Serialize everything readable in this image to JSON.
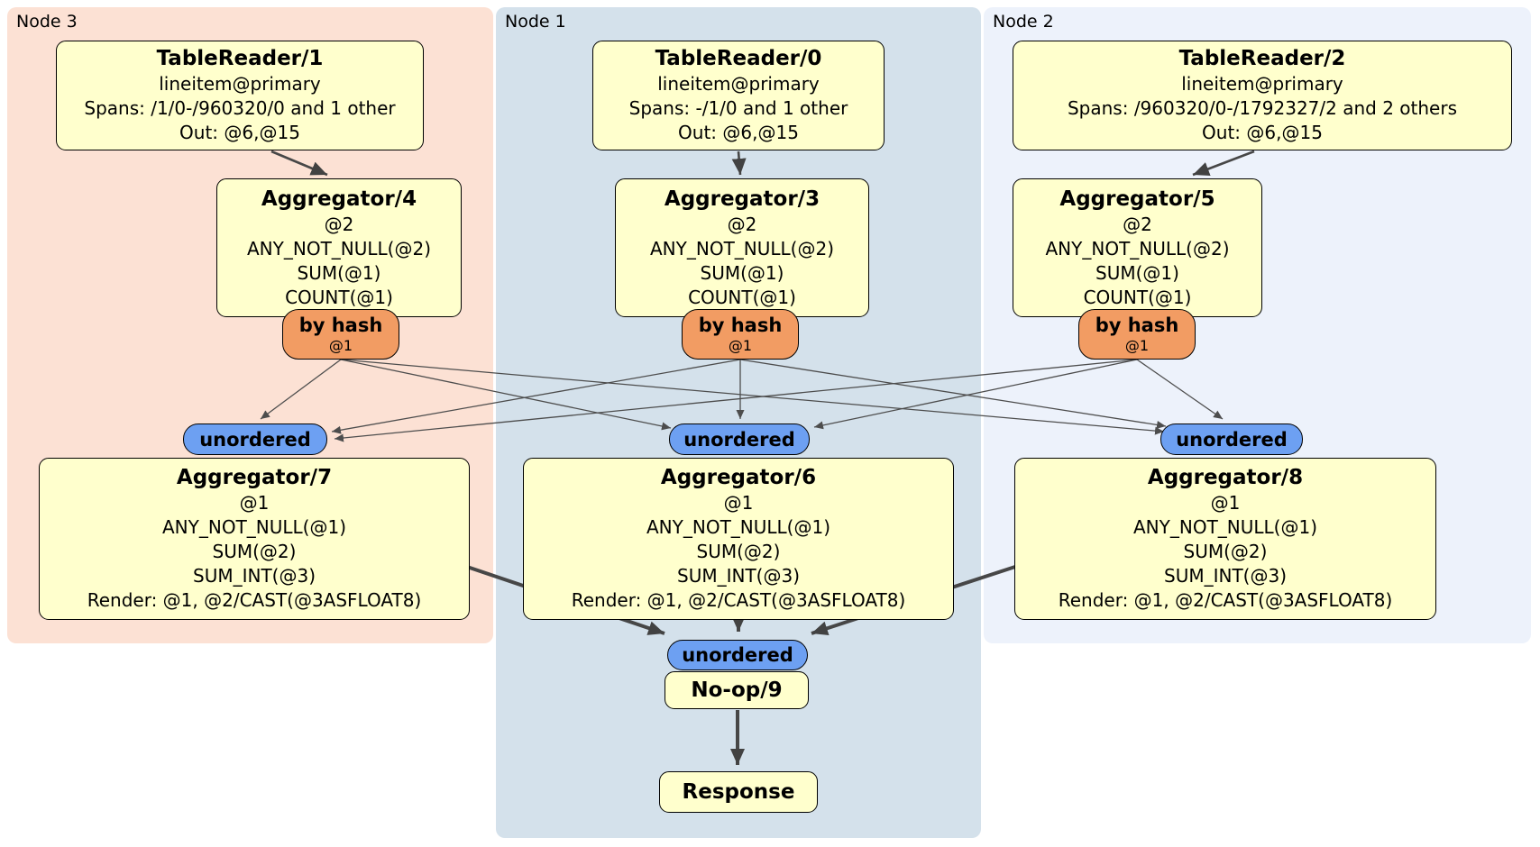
{
  "regions": {
    "node3": {
      "label": "Node 3"
    },
    "node1": {
      "label": "Node 1"
    },
    "node2": {
      "label": "Node 2"
    }
  },
  "nodes": {
    "tr1": {
      "title": "TableReader/1",
      "lines": [
        "lineitem@primary",
        "Spans: /1/0-/960320/0 and 1 other",
        "Out: @6,@15"
      ]
    },
    "tr0": {
      "title": "TableReader/0",
      "lines": [
        "lineitem@primary",
        "Spans: -/1/0 and 1 other",
        "Out: @6,@15"
      ]
    },
    "tr2": {
      "title": "TableReader/2",
      "lines": [
        "lineitem@primary",
        "Spans: /960320/0-/1792327/2 and 2 others",
        "Out: @6,@15"
      ]
    },
    "agg4": {
      "title": "Aggregator/4",
      "lines": [
        "@2",
        "ANY_NOT_NULL(@2)",
        "SUM(@1)",
        "COUNT(@1)"
      ]
    },
    "agg3": {
      "title": "Aggregator/3",
      "lines": [
        "@2",
        "ANY_NOT_NULL(@2)",
        "SUM(@1)",
        "COUNT(@1)"
      ]
    },
    "agg5": {
      "title": "Aggregator/5",
      "lines": [
        "@2",
        "ANY_NOT_NULL(@2)",
        "SUM(@1)",
        "COUNT(@1)"
      ]
    },
    "agg7": {
      "title": "Aggregator/7",
      "lines": [
        "@1",
        "ANY_NOT_NULL(@1)",
        "SUM(@2)",
        "SUM_INT(@3)",
        "Render: @1, @2/CAST(@3ASFLOAT8)"
      ]
    },
    "agg6": {
      "title": "Aggregator/6",
      "lines": [
        "@1",
        "ANY_NOT_NULL(@1)",
        "SUM(@2)",
        "SUM_INT(@3)",
        "Render: @1, @2/CAST(@3ASFLOAT8)"
      ]
    },
    "agg8": {
      "title": "Aggregator/8",
      "lines": [
        "@1",
        "ANY_NOT_NULL(@1)",
        "SUM(@2)",
        "SUM_INT(@3)",
        "Render: @1, @2/CAST(@3ASFLOAT8)"
      ]
    },
    "noop": {
      "title": "No-op/9"
    },
    "response": {
      "title": "Response"
    }
  },
  "routers": {
    "hash3": {
      "label": "by hash",
      "detail": "@1"
    },
    "hash1": {
      "label": "by hash",
      "detail": "@1"
    },
    "hash2": {
      "label": "by hash",
      "detail": "@1"
    }
  },
  "syncs": {
    "sync3": {
      "label": "unordered"
    },
    "sync1": {
      "label": "unordered"
    },
    "sync2": {
      "label": "unordered"
    },
    "syncFinal": {
      "label": "unordered"
    }
  },
  "colors": {
    "region_node3_bg": "#fce1d4",
    "region_node1_bg": "#d4e1eb",
    "region_node2_bg": "#edf2fb",
    "processor_bg": "#ffffcd",
    "router_bg": "#f29c63",
    "sync_bg": "#6da0f2",
    "edge": "#4d4d4d"
  }
}
